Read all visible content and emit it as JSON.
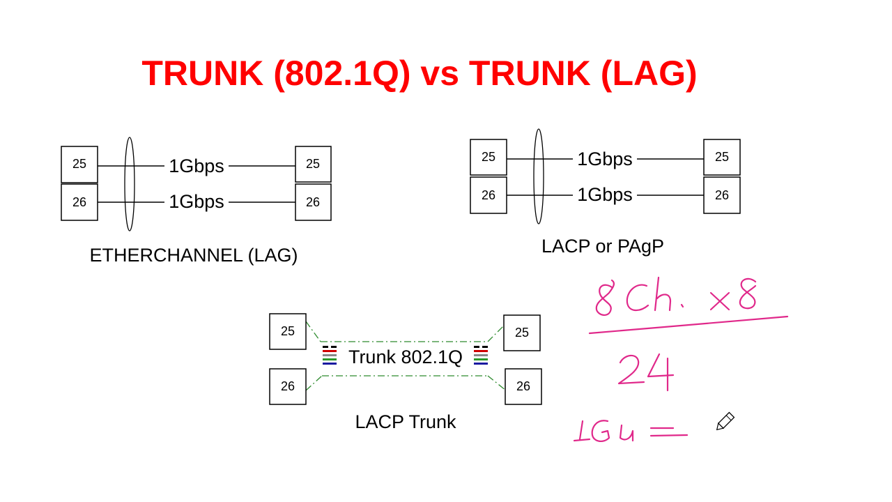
{
  "title": "TRUNK (802.1Q) vs TRUNK (LAG)",
  "colors": {
    "title": "#ff0000",
    "ink": "#000000",
    "link_green": "#2e8b2e",
    "handwriting": "#e0288a"
  },
  "diagrams": {
    "etherchannel": {
      "caption": "ETHERCHANNEL (LAG)",
      "left_ports": [
        "25",
        "26"
      ],
      "right_ports": [
        "25",
        "26"
      ],
      "links": [
        "1Gbps",
        "1Gbps"
      ]
    },
    "lacp_pagp": {
      "caption": "LACP or PAgP",
      "left_ports": [
        "25",
        "26"
      ],
      "right_ports": [
        "25",
        "26"
      ],
      "links": [
        "1Gbps",
        "1Gbps"
      ]
    },
    "lacp_trunk": {
      "caption": "LACP Trunk",
      "link_label": "Trunk 802.1Q",
      "left_ports": [
        "25",
        "26"
      ],
      "right_ports": [
        "25",
        "26"
      ],
      "stripe_colors": [
        "#000000",
        "#d00000",
        "#888888",
        "#2a9a2a",
        "#1a1aa0"
      ]
    }
  },
  "annotations": {
    "numerator": "8Ch. x8",
    "denominator": "24",
    "result": "1Gu ="
  },
  "cursor": "pencil-cursor-icon"
}
